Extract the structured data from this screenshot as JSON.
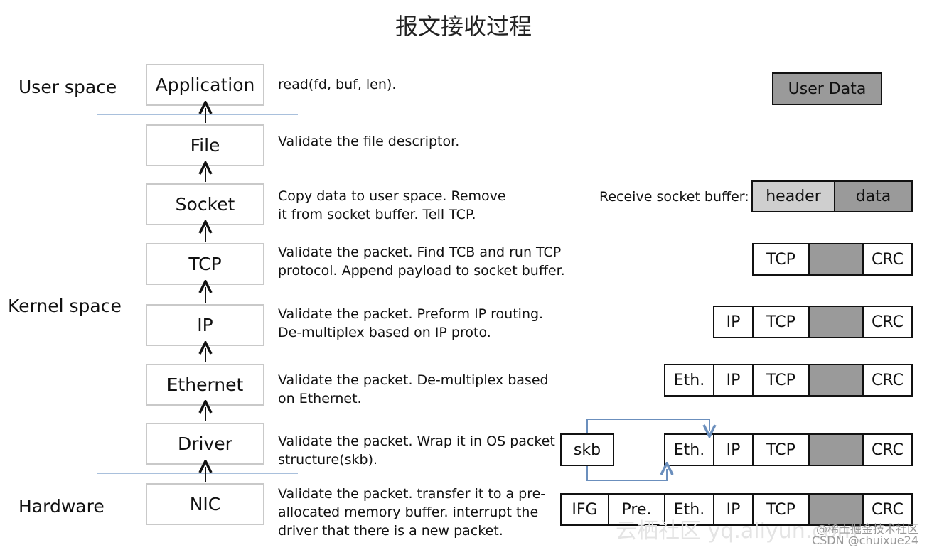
{
  "title": "报文接收过程",
  "spaces": {
    "user": "User space",
    "kernel": "Kernel space",
    "hardware": "Hardware"
  },
  "layers": [
    {
      "name": "Application",
      "desc": [
        "read(fd, buf, len)."
      ]
    },
    {
      "name": "File",
      "desc": [
        "Validate the file descriptor."
      ]
    },
    {
      "name": "Socket",
      "desc": [
        "Copy data to user space. Remove",
        "it from socket buffer. Tell TCP."
      ]
    },
    {
      "name": "TCP",
      "desc": [
        "Validate the packet. Find TCB and run TCP",
        "protocol. Append payload to socket buffer."
      ]
    },
    {
      "name": "IP",
      "desc": [
        "Validate the packet. Preform IP routing.",
        "De-multiplex based on IP proto."
      ]
    },
    {
      "name": "Ethernet",
      "desc": [
        "Validate the packet. De-multiplex based",
        "on Ethernet."
      ]
    },
    {
      "name": "Driver",
      "desc": [
        "Validate the packet. Wrap it in OS packet",
        "structure(skb)."
      ]
    },
    {
      "name": "NIC",
      "desc": [
        "Validate the packet. transfer it to a pre-",
        "allocated memory buffer. interrupt the",
        "driver that there is a new packet."
      ]
    }
  ],
  "packets": {
    "user_data": "User Data",
    "receive_socket_buffer_label": "Receive socket buffer:",
    "header": "header",
    "data": "data",
    "tcp": "TCP",
    "crc": "CRC",
    "ip": "IP",
    "eth": "Eth.",
    "skb": "skb",
    "ifg": "IFG",
    "pre": "Pre."
  },
  "watermarks": {
    "site": "云栖社区 yq.aliyun.com",
    "juejin": "@稀土掘金技术社区",
    "csdn": "CSDN @chuixue24"
  },
  "colors": {
    "layer_border": "#c9c9c9",
    "boundary_line": "#a9c0dc",
    "payload_fill": "#9a9a9a",
    "header_fill": "#cfcfcf",
    "skb_arrow": "#6b8fbd"
  }
}
